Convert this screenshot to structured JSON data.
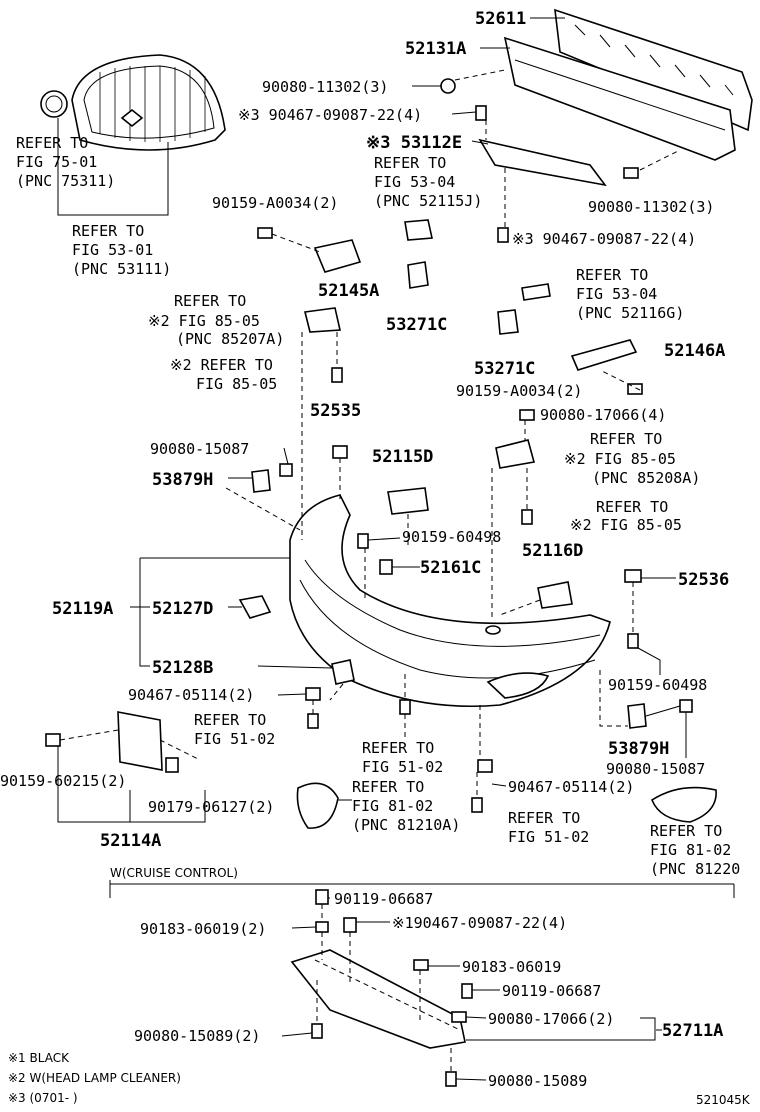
{
  "figure_code": "521045K",
  "section_title": "W(CRUISE CONTROL)",
  "notes": [
    "※1 BLACK",
    "※2 W(HEAD LAMP CLEANER)",
    "※3 (0701-      )"
  ],
  "labels": {
    "p52611": "52611",
    "p52131A": "52131A",
    "bolt_a": "90080-11302(3)",
    "clip_a": "※3 90467-09087-22(4)",
    "p53112E": "※3 53112E",
    "ref_fig53_04_a": [
      "REFER TO",
      "FIG 53-04",
      "(PNC 52115J)"
    ],
    "bolt_b": "90080-11302(3)",
    "clip_b": "※3 90467-09087-22(4)",
    "ref_fig75": [
      "REFER TO",
      "FIG 75-01",
      "(PNC 75311)"
    ],
    "ref_fig53_01": [
      "REFER TO",
      "FIG 53-01",
      "(PNC 53111)"
    ],
    "screw_a": "90159-A0034(2)",
    "p52145A": "52145A",
    "ref_fig85_a": [
      "REFER TO",
      "※2 FIG 85-05",
      "(PNC 85207A)"
    ],
    "p53271C_a": "53271C",
    "ref_fig53_04_b": [
      "REFER TO",
      "FIG 53-04",
      "(PNC 52116G)"
    ],
    "p52146A": "52146A",
    "ref_fig85_b": [
      "※2 REFER TO",
      "FIG 85-05"
    ],
    "p53271C_b": "53271C",
    "screw_b": "90159-A0034(2)",
    "p52535": "52535",
    "nut_a": "90080-17066(4)",
    "ref_fig85_c": [
      "REFER TO",
      "※2 FIG 85-05",
      "(PNC 85208A)"
    ],
    "bolt_c": "90080-15087",
    "p53879H_a": "53879H",
    "p52115D": "52115D",
    "ref_fig85_d": [
      "REFER TO",
      "※2 FIG 85-05"
    ],
    "screw_c": "90159-60498",
    "p52116D": "52116D",
    "p52161C": "52161C",
    "p52536": "52536",
    "p52119A": "52119A",
    "p52127D": "52127D",
    "p52128B": "52128B",
    "screw_d": "90159-60498",
    "clip_c": "90467-05114(2)",
    "ref_fig51_a": [
      "REFER TO",
      "FIG 51-02"
    ],
    "p53879H_b": "53879H",
    "bolt_d": "90080-15087",
    "screw_e": "90159-60215(2)",
    "ref_fig51_b": [
      "REFER TO",
      "FIG 51-02"
    ],
    "clip_d": "90467-05114(2)",
    "nut_b": "90179-06127(2)",
    "ref_fig81_a": [
      "REFER TO",
      "FIG 81-02",
      "(PNC 81210A)"
    ],
    "ref_fig51_c": [
      "REFER TO",
      "FIG 51-02"
    ],
    "ref_fig81_b": [
      "REFER TO",
      "FIG 81-02",
      "(PNC 81220"
    ],
    "p52114A": "52114A",
    "bolt_e": "90119-06687",
    "nut_c": "90183-06019(2)",
    "clip_e": "※190467-09087-22(4)",
    "nut_d": "90183-06019",
    "bolt_f": "90119-06687",
    "bolt_g": "90080-15089(2)",
    "nut_e": "90080-17066(2)",
    "p52711A": "52711A",
    "bolt_h": "90080-15089"
  }
}
